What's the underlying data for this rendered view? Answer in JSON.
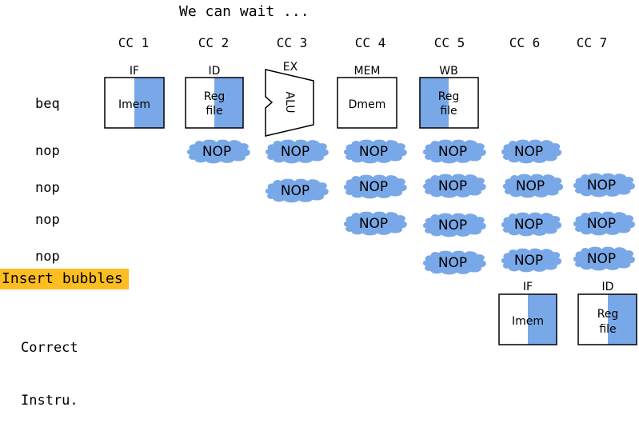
{
  "title": "We can wait ...",
  "clock_cycles": [
    "CC 1",
    "CC 2",
    "CC 3",
    "CC 4",
    "CC 5",
    "CC 6",
    "CC 7"
  ],
  "rows": {
    "beq": "beq",
    "nop1": "nop",
    "nop2": "nop",
    "nop3": "nop",
    "nop4": "nop"
  },
  "insert_label": "Insert bubbles",
  "correct_label_line1": "Correct",
  "correct_label_line2": "Instru.",
  "stages": {
    "if": "IF",
    "id": "ID",
    "ex": "EX",
    "mem": "MEM",
    "wb": "WB"
  },
  "units": {
    "imem": "Imem",
    "reg_line1": "Reg",
    "reg_line2": "file",
    "alu": "ALU",
    "dmem": "Dmem"
  },
  "bubble_label": "NOP",
  "colors": {
    "unit_fill": "#79a8e8",
    "bubble_fill": "#79a8e8",
    "highlight": "#fbbd22"
  }
}
